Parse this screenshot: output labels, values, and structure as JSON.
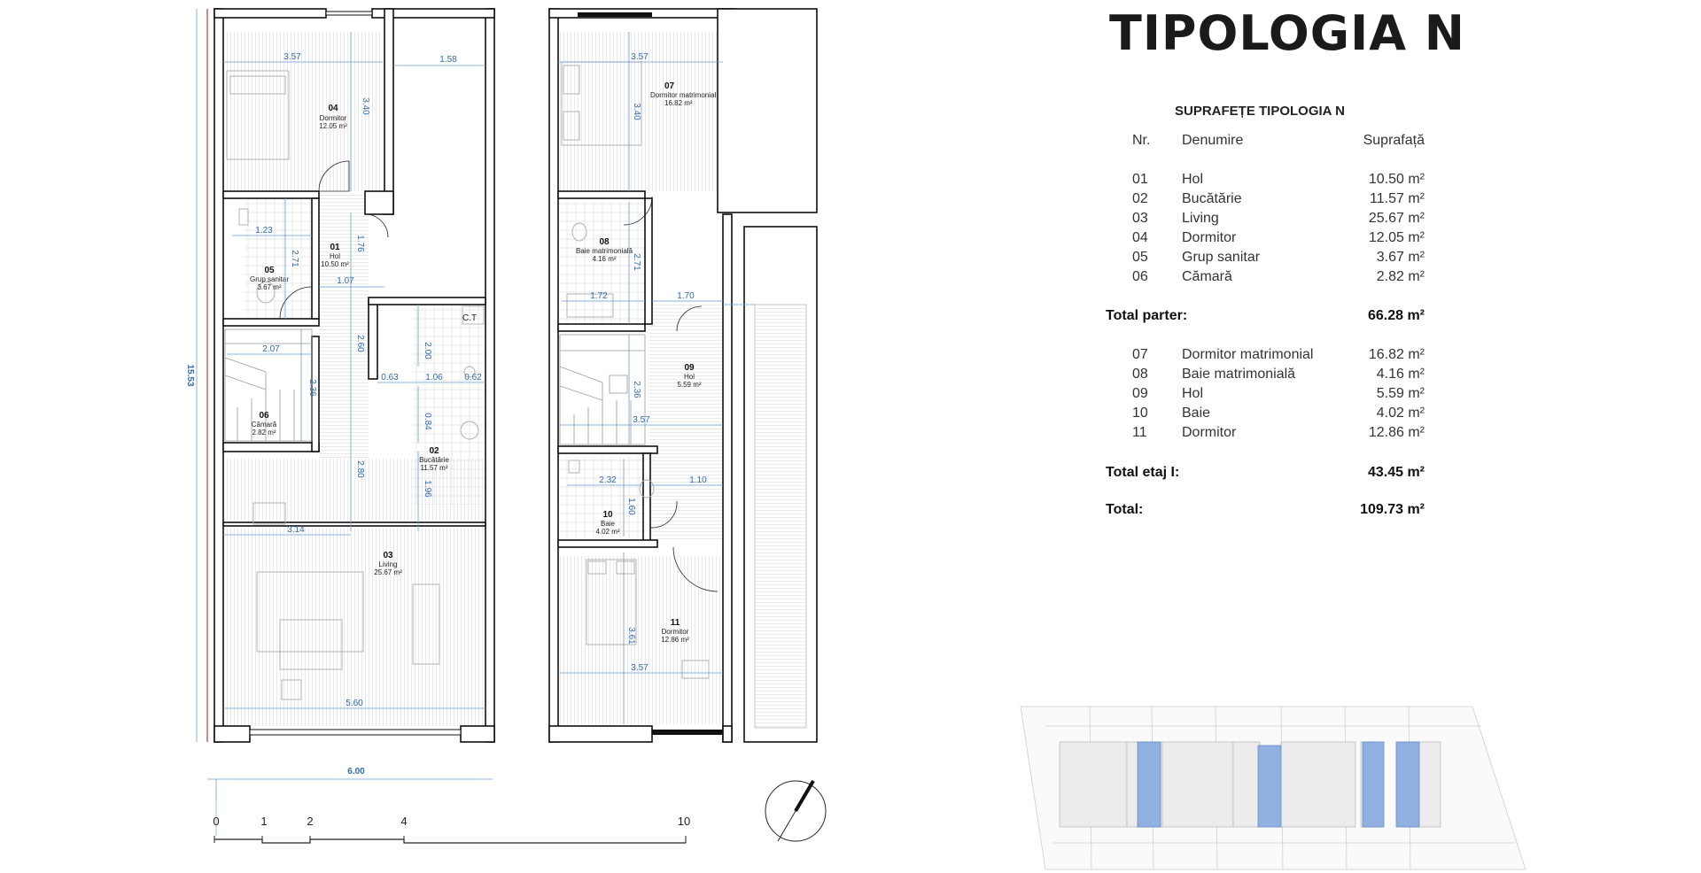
{
  "title": "TIPOLOGIA N",
  "table": {
    "heading": "SUPRAFEȚE TIPOLOGIA N",
    "col_nr": "Nr.",
    "col_name": "Denumire",
    "col_area": "Suprafață",
    "ground": [
      {
        "nr": "01",
        "name": "Hol",
        "area": "10.50 m²"
      },
      {
        "nr": "02",
        "name": "Bucătărie",
        "area": "11.57 m²"
      },
      {
        "nr": "03",
        "name": "Living",
        "area": "25.67 m²"
      },
      {
        "nr": "04",
        "name": "Dormitor",
        "area": "12.05 m²"
      },
      {
        "nr": "05",
        "name": "Grup sanitar",
        "area": "3.67 m²"
      },
      {
        "nr": "06",
        "name": "Cămară",
        "area": "2.82 m²"
      }
    ],
    "total_ground_label": "Total parter:",
    "total_ground_value": "66.28 m²",
    "upper": [
      {
        "nr": "07",
        "name": "Dormitor matrimonial",
        "area": "16.82 m²"
      },
      {
        "nr": "08",
        "name": "Baie matrimonială",
        "area": "4.16 m²"
      },
      {
        "nr": "09",
        "name": "Hol",
        "area": "5.59 m²"
      },
      {
        "nr": "10",
        "name": "Baie",
        "area": "4.02 m²"
      },
      {
        "nr": "11",
        "name": "Dormitor",
        "area": "12.86 m²"
      }
    ],
    "total_upper_label": "Total etaj I:",
    "total_upper_value": "43.45 m²",
    "total_label": "Total:",
    "total_value": "109.73 m²"
  },
  "ground_rooms": {
    "r04": {
      "num": "04",
      "name": "Dormitor",
      "area": "12.05 m²"
    },
    "r01": {
      "num": "01",
      "name": "Hol",
      "area": "10.50 m²"
    },
    "r05": {
      "num": "05",
      "name": "Grup sanitar",
      "area": "3.67 m²"
    },
    "r06": {
      "num": "06",
      "name": "Cămară",
      "area": "2.82 m²"
    },
    "r02": {
      "num": "02",
      "name": "Bucătărie",
      "area": "11.57 m²"
    },
    "r03": {
      "num": "03",
      "name": "Living",
      "area": "25.67 m²"
    },
    "ct": "C.T"
  },
  "upper_rooms": {
    "r07": {
      "num": "07",
      "name": "Dormitor matrimonial",
      "area": "16.82 m²"
    },
    "r08": {
      "num": "08",
      "name": "Baie matrimonială",
      "area": "4.16 m²"
    },
    "r09": {
      "num": "09",
      "name": "Hol",
      "area": "5.59 m²"
    },
    "r10": {
      "num": "10",
      "name": "Baie",
      "area": "4.02 m²"
    },
    "r11": {
      "num": "11",
      "name": "Dormitor",
      "area": "12.86 m²"
    }
  },
  "dims_ground": {
    "d357": "3.57",
    "d158": "1.58",
    "d340": "3.40",
    "d123": "1.23",
    "d271": "2.71",
    "d176": "1.76",
    "d107": "1.07",
    "d207": "2.07",
    "d236": "2.36",
    "d260": "2.60",
    "d200": "2.00",
    "d063": "0.63",
    "d106": "1.06",
    "d062": "0.62",
    "d084": "0.84",
    "d280": "2.80",
    "d196": "1.96",
    "d314": "3.14",
    "d560": "5.60",
    "d1553": "15.53",
    "d600": "6.00"
  },
  "dims_upper": {
    "d357a": "3.57",
    "d340": "3.40",
    "d271": "2.71",
    "d172": "1.72",
    "d170": "1.70",
    "d236": "2.36",
    "d357b": "3.57",
    "d232": "2.32",
    "d110": "1.10",
    "d160": "1.60",
    "d361": "3.61",
    "d357c": "3.57"
  },
  "scale": {
    "t0": "0",
    "t1": "1",
    "t2": "2",
    "t4": "4",
    "t10": "10"
  }
}
